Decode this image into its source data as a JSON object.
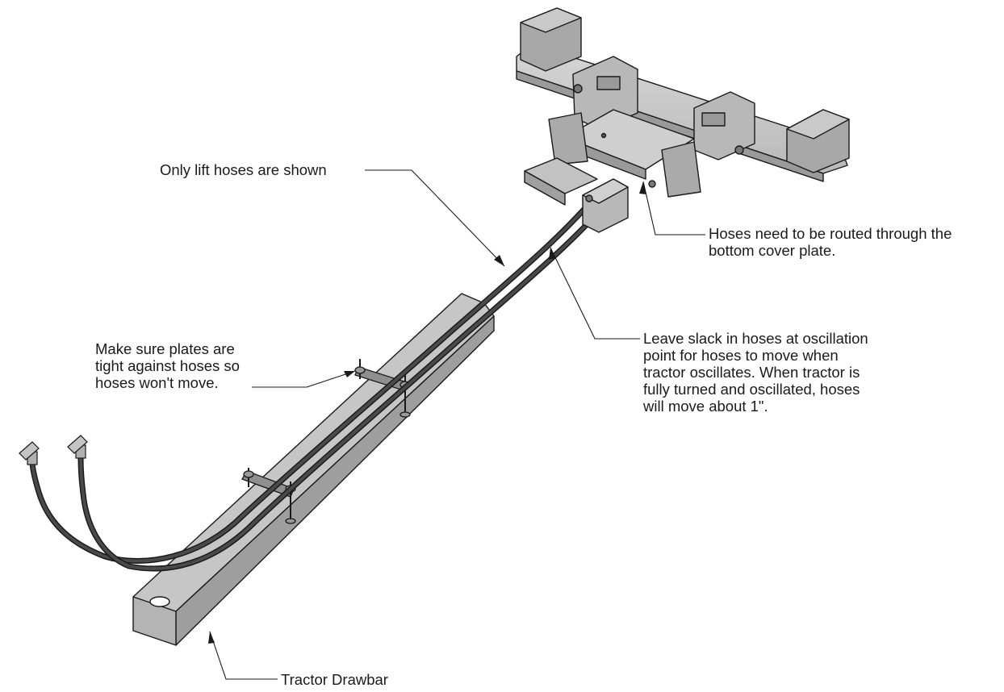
{
  "callouts": {
    "lift_hoses": "Only lift hoses are shown",
    "cover_plate": [
      "Hoses need to be routed through the",
      "bottom cover plate."
    ],
    "plates": [
      "Make sure plates are",
      "tight against hoses so",
      "hoses won't move."
    ],
    "slack": [
      "Leave slack in hoses at oscillation",
      "point for hoses to move when",
      "tractor oscillates. When tractor is",
      "fully turned and oscillated, hoses",
      "will move about 1\"."
    ],
    "drawbar": "Tractor Drawbar"
  },
  "colors": {
    "line": "#1a1a1a",
    "metal_light": "#c9c9c9",
    "metal_mid": "#a8a8a8",
    "metal_dark": "#8a8a8a",
    "hose": "#3a3a3a"
  }
}
